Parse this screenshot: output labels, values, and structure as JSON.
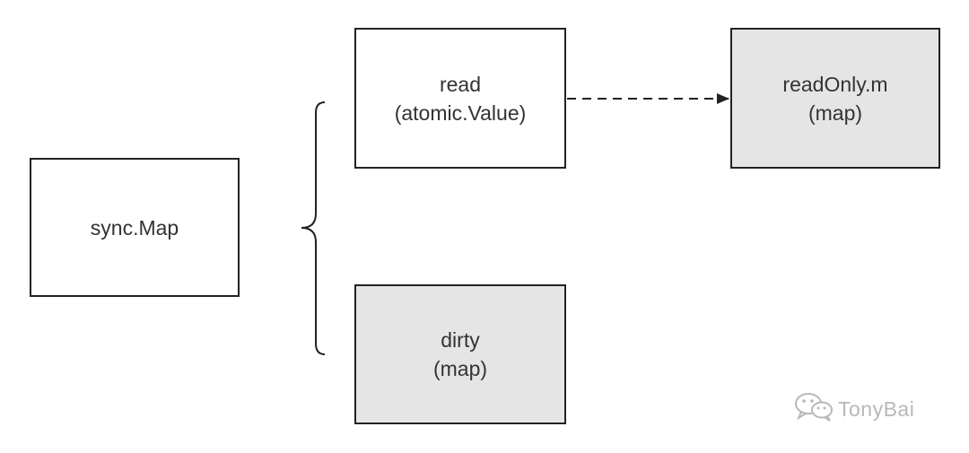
{
  "nodes": {
    "sync_map": {
      "line1": "sync.Map"
    },
    "read": {
      "line1": "read",
      "line2": "(atomic.Value)"
    },
    "read_only_m": {
      "line1": "readOnly.m",
      "line2": "(map)"
    },
    "dirty": {
      "line1": "dirty",
      "line2": "(map)"
    }
  },
  "colors": {
    "border": "#222222",
    "text": "#333333",
    "shaded_fill": "#e5e5e5",
    "watermark": "#b8b8b8"
  },
  "watermark": {
    "icon": "wechat-icon",
    "text": "TonyBai"
  }
}
